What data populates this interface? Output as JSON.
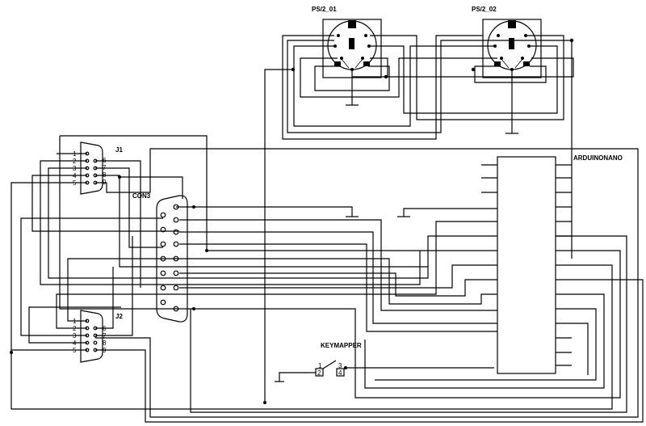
{
  "labels": {
    "ps2_1": "PS/2_01",
    "ps2_2": "PS/2_02",
    "j1": "J1",
    "j2": "J2",
    "con3": "CON3",
    "arduino": "ARDUINONANO",
    "keymapper": "KEYMAPPER"
  },
  "j1_pins": [
    "1",
    "2",
    "3",
    "4",
    "5",
    "6",
    "7",
    "8",
    "9"
  ],
  "j2_pins": [
    "1",
    "2",
    "3",
    "4",
    "5",
    "6",
    "7",
    "8",
    "9"
  ],
  "switch_pins": [
    "1",
    "2",
    "3",
    "4"
  ]
}
